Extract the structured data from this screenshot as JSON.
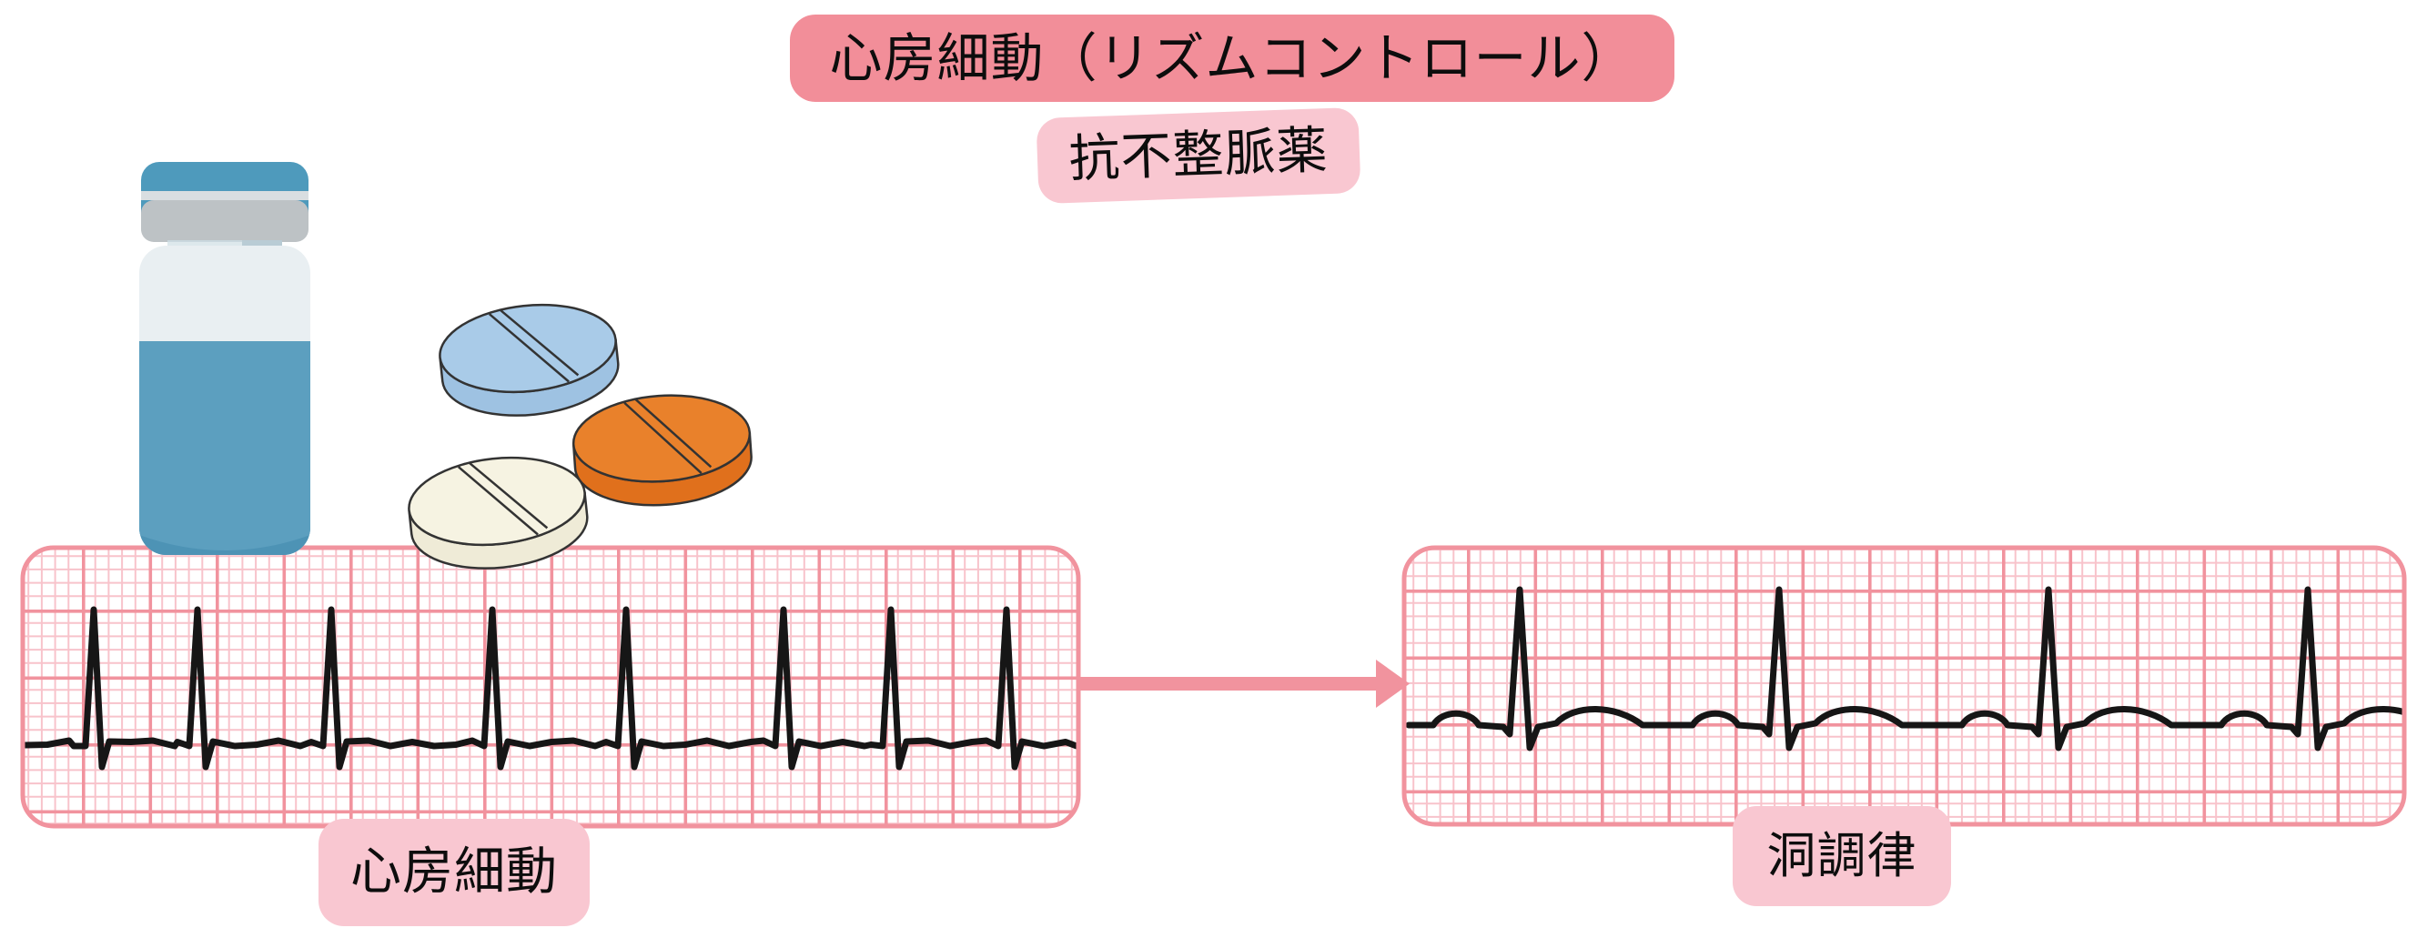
{
  "header": {
    "title": "心房細動（リズムコントロール）",
    "subtitle": "抗不整脈薬"
  },
  "left_strip": {
    "label": "心房細動"
  },
  "right_strip": {
    "label": "洞調律"
  },
  "icons": {
    "vial": "medicine-vial",
    "pills": [
      "blue-tablet",
      "orange-tablet",
      "cream-tablet"
    ],
    "arrow": "right-arrow"
  },
  "colors": {
    "badge_dark_pink": "#F28E99",
    "badge_light_pink": "#F9C7D1",
    "grid_major": "#F1939E",
    "grid_minor": "#F8C3CB",
    "strip_border": "#F1939E",
    "trace": "#161616",
    "arrow": "#F1939E",
    "vial_cap": "#4E9ABC",
    "vial_cap_line": "#D9DEE1",
    "vial_band": "#BDC2C5",
    "vial_neck": "#C9D7DE",
    "vial_neck_shade": "#B9CCD5",
    "vial_neck_light": "#DDE8EC",
    "vial_glass": "#E9EFF2",
    "vial_liquid": "#5C9FBF",
    "vial_liquid_dark": "#4D93B5",
    "pill_blue": "#A9CBE8",
    "pill_blue_side": "#9EC2E2",
    "pill_orange": "#E9812B",
    "pill_orange_side": "#E0701C",
    "pill_cream": "#F6F3E2",
    "pill_cream_side": "#EFEBD7",
    "pill_outline": "#333333"
  },
  "chart_data": [
    {
      "type": "line",
      "name": "atrial_fibrillation_ecg",
      "title": "心房細動",
      "rhythm": "irregular",
      "x_range": [
        28,
        1183
      ],
      "baseline_y": 817,
      "r_peak_y": 670,
      "s_trough_y": 843,
      "qrs_peak_x": [
        103,
        217,
        364,
        541,
        688,
        861,
        979,
        1106
      ],
      "fib_wave_amplitude": 3
    },
    {
      "type": "line",
      "name": "sinus_rhythm_ecg",
      "title": "洞調律",
      "rhythm": "regular",
      "x_range": [
        1548,
        2650
      ],
      "baseline_y": 797,
      "r_peak_y": 648,
      "s_trough_y": 822,
      "p_wave_dy": -17,
      "t_wave_dy": -23,
      "qrs_peak_x": [
        1670,
        1955,
        2251,
        2536
      ]
    }
  ]
}
